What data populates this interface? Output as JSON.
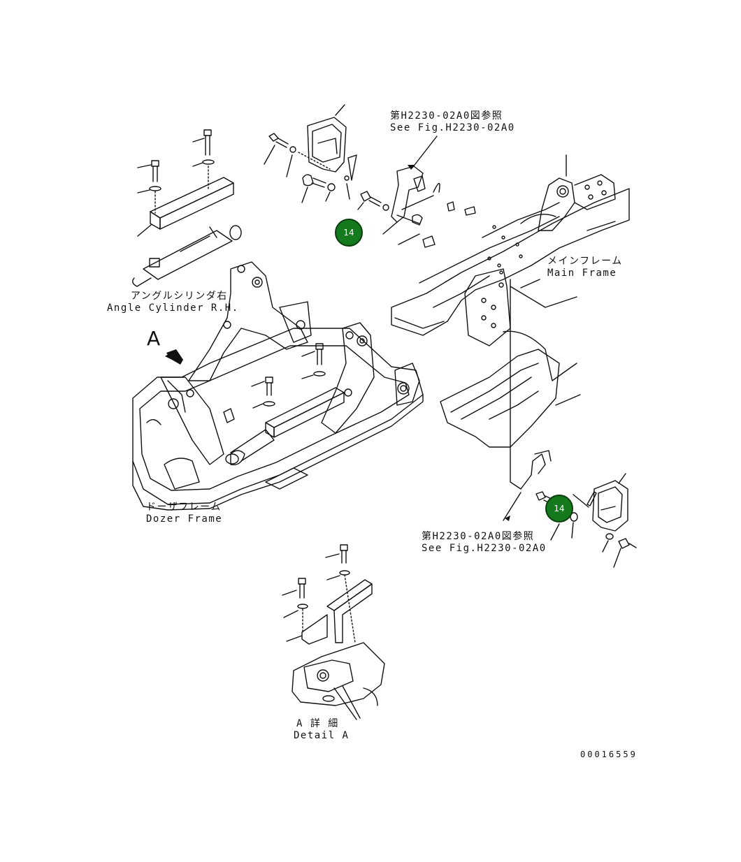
{
  "labels": {
    "ref_top_jp": "第H2230-02A0図参照",
    "ref_top_en": "See Fig.H2230-02A0",
    "ref_bottom_jp": "第H2230-02A0図参照",
    "ref_bottom_en": "See Fig.H2230-02A0",
    "angle_cyl_jp": "アングルシリンダ右",
    "angle_cyl_en": "Angle Cylinder R.H.",
    "main_frame_jp": "メインフレーム",
    "main_frame_en": "Main Frame",
    "dozer_frame_jp": "ドーザフレーム",
    "dozer_frame_en": "Dozer Frame",
    "detail_jp": "A 詳 細",
    "detail_en": "Detail A",
    "view_letter": "A",
    "drawing_number": "00016559"
  },
  "callouts": [
    {
      "id": "callout-14-top",
      "text": "14"
    },
    {
      "id": "callout-14-bottom",
      "text": "14"
    }
  ],
  "colors": {
    "callout_fill": "#157a1e",
    "line": "#111111",
    "background": "#ffffff"
  }
}
